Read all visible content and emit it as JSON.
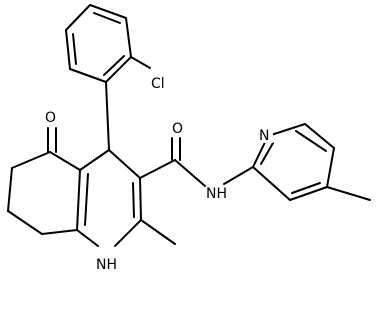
{
  "molecule": {
    "atom_labels": {
      "chlorine": "Cl",
      "ketone_oxygen": "O",
      "amide_oxygen": "O",
      "ring_nh": "NH",
      "amide_nh": "NH",
      "ring_nh_symbol": "H",
      "ring_n_symbol": "N",
      "amide_n_symbol": "N",
      "pyridine_n": "N"
    },
    "colors": {
      "bond": "#000000",
      "label": "#000000",
      "background": "#ffffff"
    }
  }
}
